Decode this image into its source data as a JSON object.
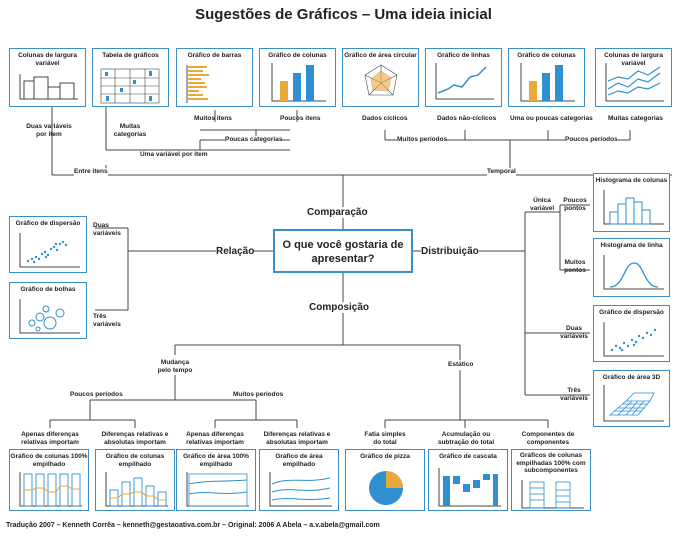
{
  "title": "Sugestões de Gráficos – Uma ideia inicial",
  "center_question": "O que você gostaria de apresentar?",
  "branches": {
    "comparacao": "Comparação",
    "relacao": "Relação",
    "distribuicao": "Distribuição",
    "composicao": "Composição"
  },
  "comparison_charts": {
    "colunas_largura": "Colunas de largura variável",
    "tabela": "Tabela de gráficos",
    "barras": "Gráfico de barras",
    "colunas": "Gráfico de colunas",
    "area_circular": "Gráfico de área circular",
    "linhas": "Gráfico de linhas",
    "colunas2": "Gráfico de colunas",
    "colunas_largura2": "Colunas de largura variável"
  },
  "comparison_labels": {
    "duas_variaveis": "Duas variáveis por item",
    "muitas_categorias": "Muitas categorias",
    "muitos_itens": "Muitos itens",
    "poucos_itens": "Poucos itens",
    "dados_ciclicos": "Dados cíclicos",
    "dados_nao_ciclicos": "Dados não-cíclicos",
    "uma_ou_poucas": "Uma ou poucas categorias",
    "muitas_categorias2": "Muitas categorias",
    "poucas_categorias": "Poucas categorias",
    "uma_variavel": "Uma variável por item",
    "muitos_periodos": "Muitos períodos",
    "poucos_periodos": "Poucos períodos",
    "entre_itens": "Entre itens",
    "temporal": "Temporal"
  },
  "relation_charts": {
    "dispersao": "Gráfico de dispersão",
    "bolhas": "Gráfico de bolhas",
    "duas_variaveis": "Duas variáveis",
    "tres_variaveis": "Três variáveis"
  },
  "distribution_charts": {
    "histograma_colunas": "Histograma de colunas",
    "histograma_linha": "Histograma de linha",
    "dispersao": "Gráfico de dispersão",
    "area_3d": "Gráfico de área 3D",
    "unica_variavel": "Única variável",
    "poucos_pontos": "Poucos pontos",
    "muitos_pontos": "Muitos pontos",
    "duas_variaveis": "Duas variáveis",
    "tres_variaveis": "Três variáveis"
  },
  "composition_charts": {
    "mudanca": "Mudança pelo tempo",
    "estatico": "Estático",
    "poucos_periodos": "Poucos períodos",
    "muitos_periodos": "Muitos períodos",
    "apenas_dif_1": "Apenas diferenças relativas importam",
    "rel_abs_1": "Diferenças relativas e absolutas importam",
    "apenas_dif_2": "Apenas diferenças relativas importam",
    "rel_abs_2": "Diferenças relativas e absolutas importam",
    "fatia": "Fatia simples do total",
    "acumulacao": "Acumulação ou subtração do total",
    "componentes": "Componentes de componentes",
    "colunas_100": "Gráfico de colunas 100% empilhado",
    "colunas_empilhado": "Gráfico de colunas empilhado",
    "area_100": "Gráfico de área 100% empilhado",
    "area_empilhado": "Gráfico de área empilhado",
    "pizza": "Gráfico de pizza",
    "cascata": "Gráfico de cascata",
    "colunas_sub": "Gráficos de colunas empilhadas 100% com subcomponentes"
  },
  "footer": "Tradução 2007 – Kenneth Corrêa – kenneth@gestaoativa.com.br – Original: 2006 A Abela – a.v.abela@gmail.com",
  "colors": {
    "blue": "#2f8fd0",
    "orange": "#e8a93a",
    "border": "#3a8ecb",
    "line": "#333333"
  }
}
